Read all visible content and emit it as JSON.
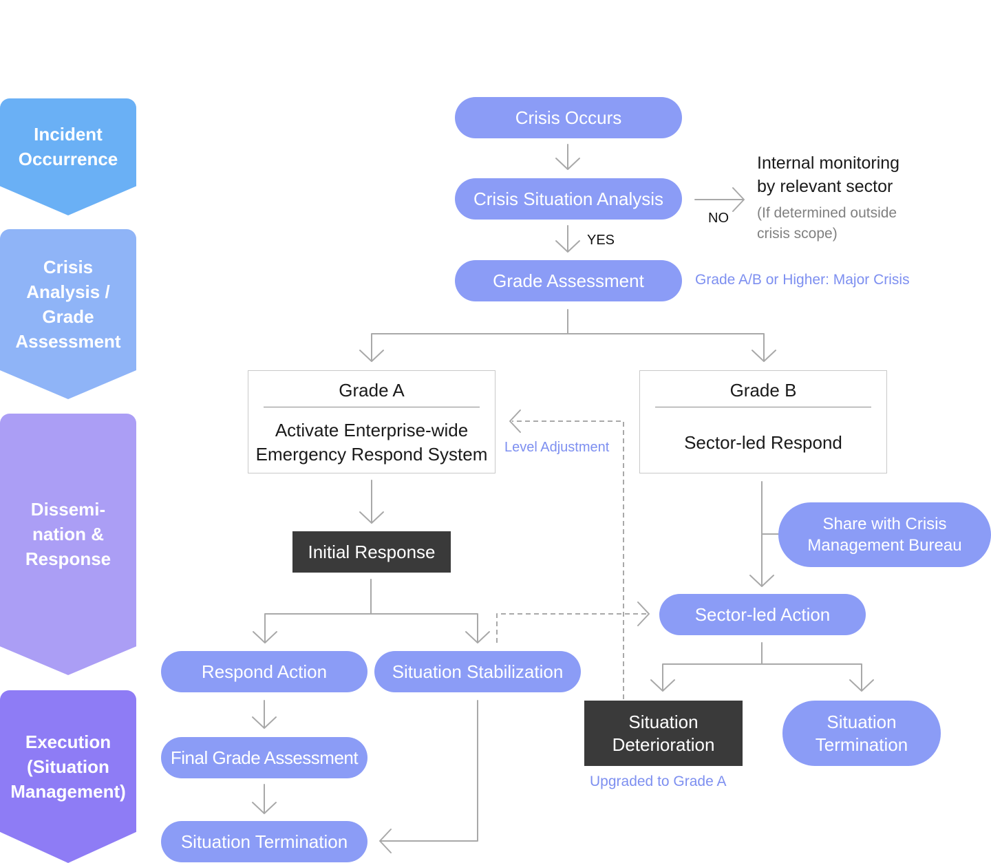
{
  "stages": [
    {
      "lines": [
        "Incident",
        "Occurrence"
      ],
      "color": "#6ab0f5"
    },
    {
      "lines": [
        "Crisis",
        "Analysis /",
        "Grade",
        "Assessment"
      ],
      "color": "#8fb4f7"
    },
    {
      "lines": [
        "Dissemi-",
        "nation &",
        "Response"
      ],
      "color": "#ab9ef5"
    },
    {
      "lines": [
        "Execution",
        "(Situation",
        "Management)"
      ],
      "color": "#8e7cf5"
    }
  ],
  "nodes": {
    "crisis_occurs": "Crisis Occurs",
    "crisis_situation_analysis": "Crisis Situation Analysis",
    "grade_assessment": "Grade Assessment",
    "grade_a_title": "Grade A",
    "grade_a_desc": "Activate Enterprise-wide Emergency Respond System",
    "grade_b_title": "Grade B",
    "grade_b_desc": "Sector-led Respond",
    "initial_response": "Initial Response",
    "share_bureau": "Share with Crisis Management Bureau",
    "sector_led_action": "Sector-led Action",
    "respond_action": "Respond Action",
    "situation_stabilization": "Situation Stabilization",
    "final_grade_assessment": "Final Grade Assessment",
    "situation_termination_left": "Situation Termination",
    "situation_deterioration": "Situation Deterioration",
    "situation_termination_right": "Situation Termination"
  },
  "annotations": {
    "no_label": "NO",
    "yes_label": "YES",
    "internal_monitoring": "Internal monitoring by relevant sector",
    "outside_scope": "(If determined outside crisis scope)",
    "major_crisis": "Grade A/B or Higher: Major Crisis",
    "level_adjustment": "Level Adjustment",
    "upgraded_to_grade_a": "Upgraded to Grade A"
  },
  "colors": {
    "pill": "#8b9cf6",
    "dark_box": "#3a3a3a",
    "connector": "#a8a8a8",
    "accent_text": "#7d8ff0"
  }
}
